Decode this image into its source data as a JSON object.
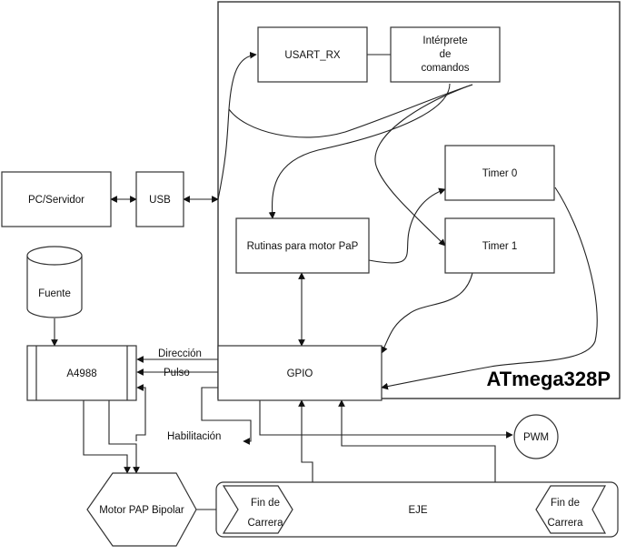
{
  "diagram": {
    "mcu_title": "ATmega328P",
    "nodes": {
      "usart_rx": "USART_RX",
      "interprete": [
        "Intérprete",
        "de",
        "comandos"
      ],
      "pc": "PC/Servidor",
      "usb": "USB",
      "timer0": "Timer 0",
      "timer1": "Timer 1",
      "rutinas": "Rutinas para motor PaP",
      "gpio": "GPIO",
      "fuente": "Fuente",
      "a4988": "A4988",
      "pwm": "PWM",
      "motor": "Motor PAP Bipolar",
      "eje": "EJE",
      "fin_izq": [
        "Fin de",
        "Carrera"
      ],
      "fin_der": [
        "Fin de",
        "Carrera"
      ]
    },
    "signals": {
      "direccion": "Dirección",
      "pulso": "Pulso",
      "habilitacion": "Habilitación"
    }
  }
}
